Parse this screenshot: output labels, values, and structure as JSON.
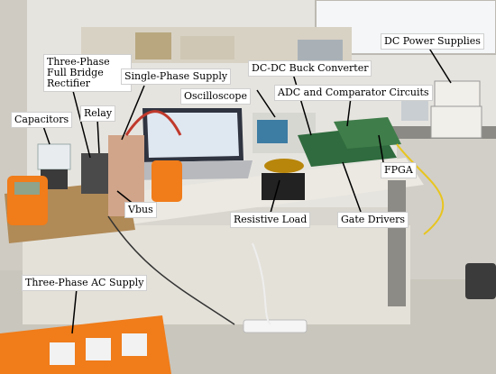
{
  "labels": {
    "three_phase_full_bridge_rectifier": "Three-Phase Full Bridge Rectifier",
    "single_phase_supply": "Single-Phase Supply",
    "dc_dc_buck_converter": "DC-DC Buck Converter",
    "dc_power_supplies": "DC Power Supplies",
    "adc_and_comparator_circuits": "ADC and Comparator Circuits",
    "oscilloscope": "Oscilloscope",
    "relay": "Relay",
    "capacitors": "Capacitors",
    "fpga": "FPGA",
    "vbus": "Vbus",
    "resistive_load": "Resistive Load",
    "gate_drivers": "Gate Drivers",
    "three_phase_ac_supply": "Three-Phase AC Supply"
  },
  "colors": {
    "wall": "#e6e4df",
    "desk": "#ece9e2",
    "floor": "#c9c6bd",
    "pcb": "#2f6b3e",
    "orange_case": "#f07c1a",
    "cable_yellow": "#e8c51f",
    "cable_red": "#c0392b"
  }
}
